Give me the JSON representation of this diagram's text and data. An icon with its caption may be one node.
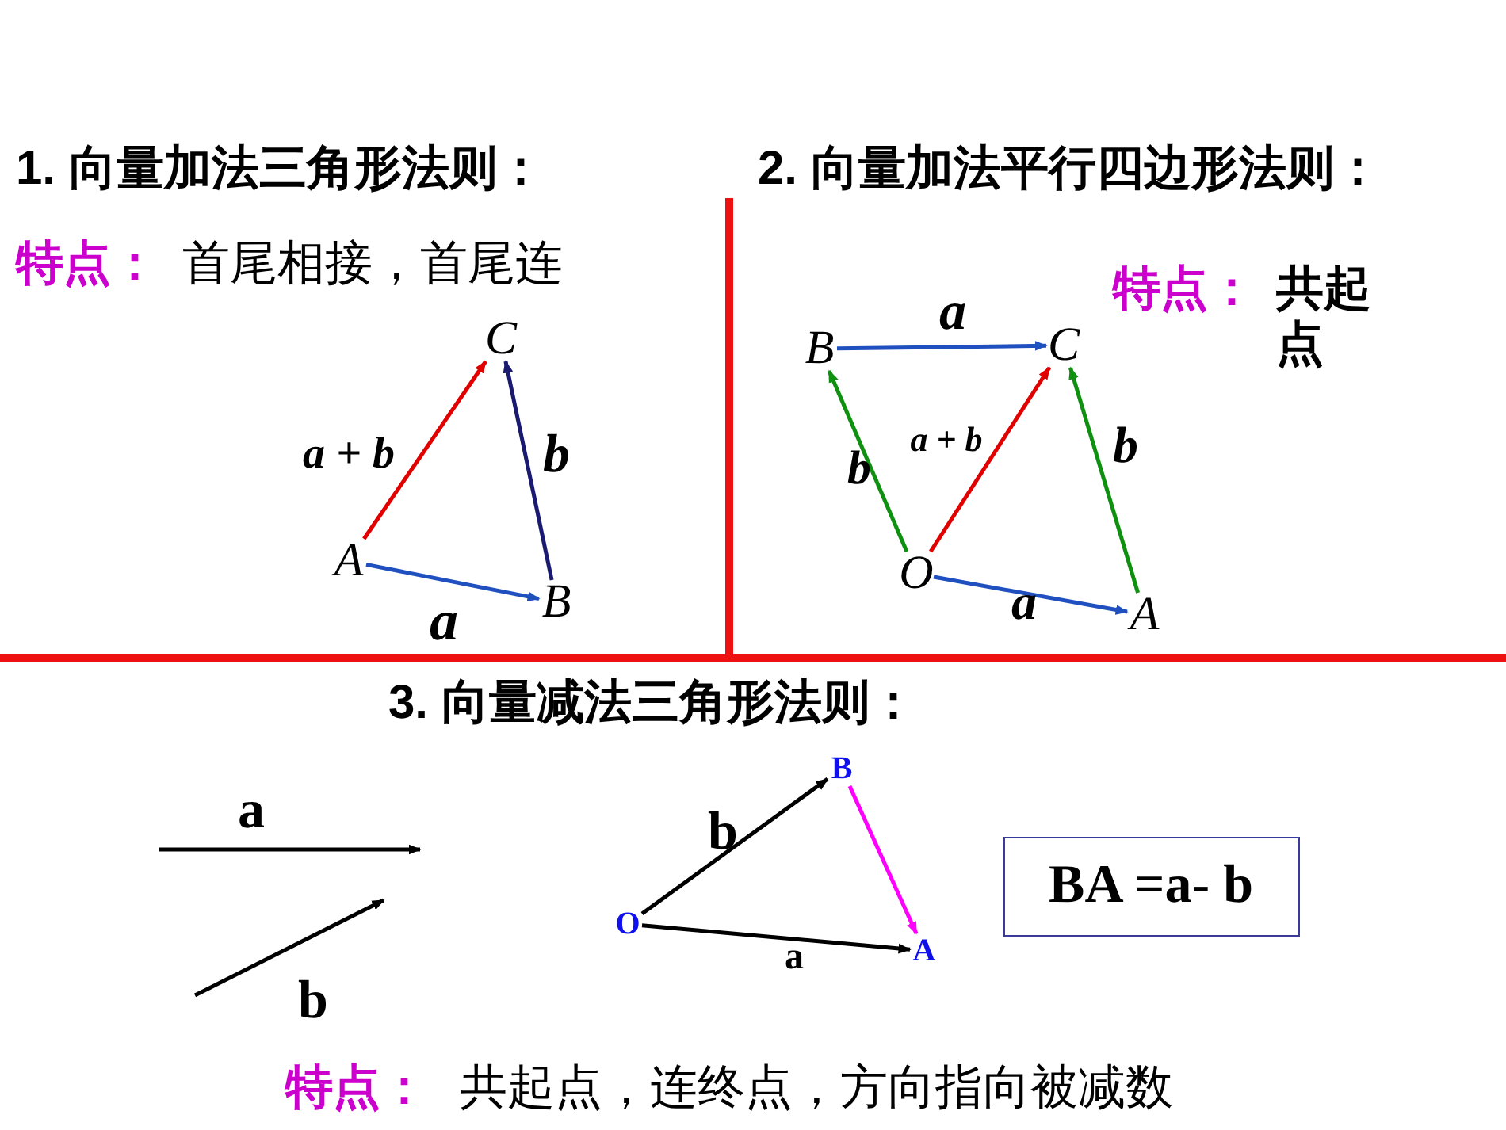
{
  "diagram": {
    "nodes": [
      {
        "text": [
          "C"
        ]
      },
      {
        "text": [
          "A"
        ]
      },
      {
        "text": [
          "B"
        ]
      },
      {
        "text": [
          "B"
        ]
      },
      {
        "text": [
          "C"
        ]
      },
      {
        "text": [
          "O"
        ]
      },
      {
        "text": [
          "A"
        ]
      },
      {
        "text": [
          "B"
        ]
      },
      {
        "text": [
          "O"
        ]
      },
      {
        "text": [
          "A"
        ]
      },
      {
        "text": [
          "BA =a- b"
        ]
      }
    ],
    "edges": [
      {
        "from": 1,
        "to": 2,
        "arrow": "to",
        "label": "a",
        "color": "#2050c0"
      },
      {
        "from": 2,
        "to": 0,
        "arrow": "to",
        "label": "b",
        "color": "#1a1a70"
      },
      {
        "from": 1,
        "to": 0,
        "arrow": "to",
        "label": "a + b",
        "color": "#e00000"
      },
      {
        "from": 3,
        "to": 4,
        "arrow": "to",
        "label": "a",
        "color": "#2050c0"
      },
      {
        "from": 5,
        "to": 3,
        "arrow": "to",
        "label": "b",
        "color": "#109010"
      },
      {
        "from": 5,
        "to": 4,
        "arrow": "to",
        "label": "a + b",
        "color": "#e00000"
      },
      {
        "from": 6,
        "to": 4,
        "arrow": "to",
        "label": "b",
        "color": "#109010"
      },
      {
        "from": 5,
        "to": 6,
        "arrow": "to",
        "label": "a",
        "color": "#2050c0"
      },
      {
        "from": 8,
        "to": 7,
        "arrow": "to",
        "label": "b",
        "color": "#000000"
      },
      {
        "from": 7,
        "to": 9,
        "arrow": "to",
        "color": "#ff00ff"
      },
      {
        "from": 8,
        "to": 9,
        "arrow": "to",
        "label": "a",
        "color": "#000000"
      }
    ],
    "labels": [
      "1. 向量加法三角形法则：",
      "特点：",
      "首尾相接，首尾连",
      "2. 向量加法平行四边形法则：",
      "特点：",
      "共起点",
      "3. 向量减法三角形法则：",
      "a",
      "b",
      "特点：",
      "共起点，连终点，方向指向被减数"
    ]
  }
}
